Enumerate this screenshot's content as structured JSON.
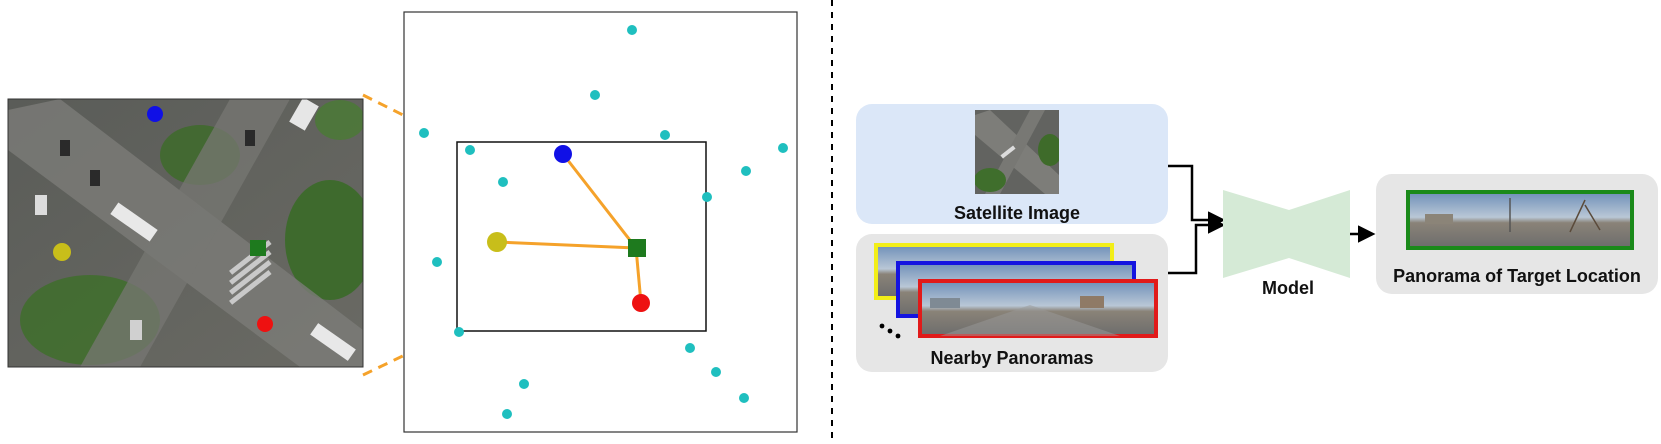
{
  "labels": {
    "satellite_image": "Satellite Image",
    "nearby_panoramas": "Nearby Panoramas",
    "model": "Model",
    "target_panorama": "Panorama of Target Location"
  },
  "colors": {
    "point_blue": "#1010e6",
    "point_yellow": "#c8be1a",
    "point_red": "#ee1111",
    "target_green": "#1e7a1e",
    "cyan_points": "#1fbfbf",
    "connector_orange": "#f5a22a",
    "satellite_box_bg": "#dbe7f8",
    "gray_box_bg": "#e6e6e6",
    "model_shape": "#d5ead6",
    "frame_yellow": "#f2ee18",
    "frame_blue": "#1414e0",
    "frame_red": "#e11a1a",
    "frame_green": "#1a8a1a"
  }
}
